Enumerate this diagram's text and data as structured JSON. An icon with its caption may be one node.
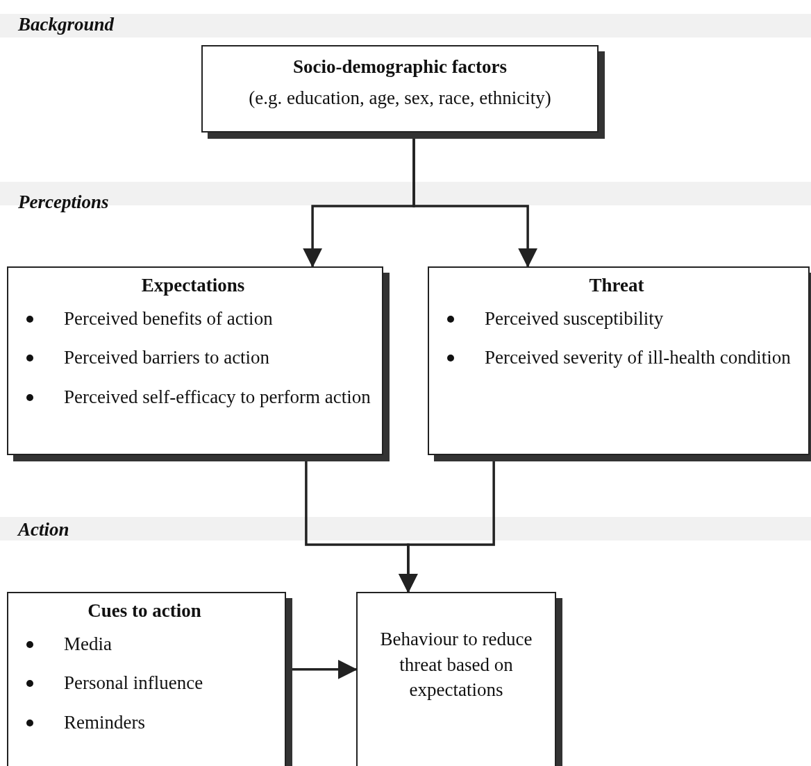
{
  "diagram": {
    "nodes": [
      {
        "text": [
          "Socio-demographic factors",
          "(e.g. education, age, sex, race, ethnicity)"
        ]
      },
      {
        "text": [
          "Expectations",
          "Perceived benefits of action",
          "Perceived barriers to action",
          "Perceived self-efficacy to perform action"
        ]
      },
      {
        "text": [
          "Threat",
          "Perceived susceptibility",
          "Perceived severity of ill-health condition"
        ]
      },
      {
        "text": [
          "Cues to action",
          "Media",
          "Personal influence",
          "Reminders"
        ]
      },
      {
        "text": [
          "Behaviour to reduce threat based on expectations"
        ]
      }
    ],
    "edges": [
      {
        "from": 0,
        "to": 1,
        "arrow": "to"
      },
      {
        "from": 0,
        "to": 2,
        "arrow": "to"
      },
      {
        "from": 1,
        "to": 4,
        "arrow": "to"
      },
      {
        "from": 2,
        "to": 4,
        "arrow": "to"
      },
      {
        "from": 3,
        "to": 4,
        "arrow": "to"
      }
    ],
    "labels": [
      "Background",
      "Perceptions",
      "Action"
    ]
  }
}
